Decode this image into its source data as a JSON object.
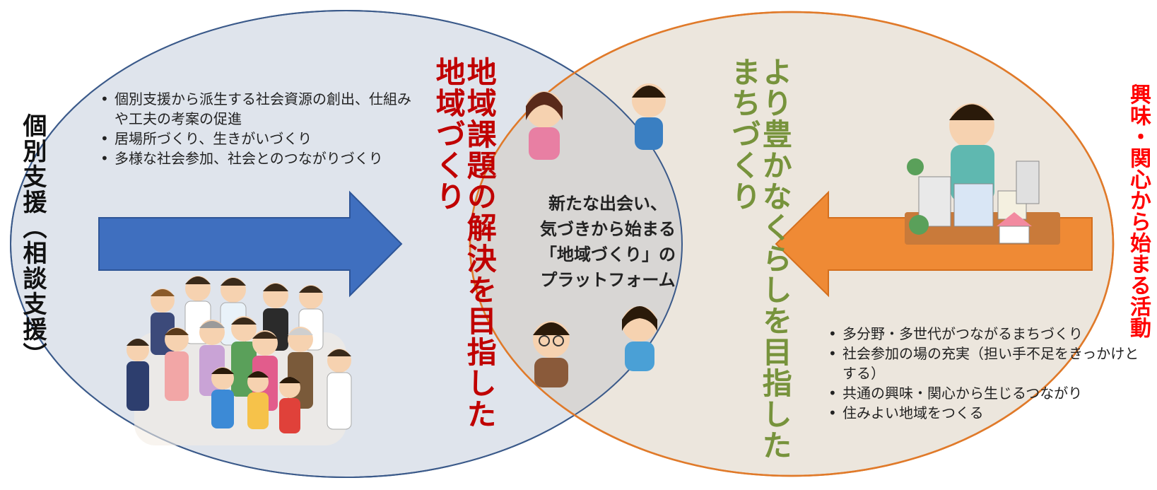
{
  "left_side": {
    "label": "個別支援（相談支援）",
    "title": [
      "地域課題の解決を目指した",
      "地域づくり"
    ],
    "bullets": [
      "個別支援から派生する社会資源の創出、仕組みや工夫の考案の促進",
      "居場所づくり、生きがいづくり",
      "多様な社会参加、社会とのつながりづくり"
    ]
  },
  "center": {
    "lines": [
      "新たな出会い、",
      "気づきから始まる",
      "「地域づくり」の",
      "プラットフォーム"
    ]
  },
  "right_side": {
    "label": "興味・関心から始まる活動",
    "title": [
      "より豊かなくらしを目指した",
      "まちづくり"
    ],
    "bullets": [
      "多分野・多世代がつながるまちづくり",
      "社会参加の場の充実（担い手不足をきっかけとする）",
      "共通の興味・関心から生じるつながり",
      "住みよい地域をつくる"
    ]
  },
  "colors": {
    "left_ellipse_fill": "#dfe4ec",
    "left_ellipse_stroke": "#3b5a8a",
    "right_ellipse_fill": "#ece6dd",
    "right_ellipse_stroke": "#e07a2a",
    "left_arrow": "#3f6fbf",
    "right_arrow": "#ef8a35",
    "red_title": "#c00000",
    "green_title": "#77933c",
    "right_label": "#ff0000"
  },
  "illustrations": {
    "group": "people-group-illustration",
    "town": "town-model-illustration",
    "center_people": [
      "woman-thinking-icon",
      "man-thinking-icon",
      "man-glasses-thinking-icon",
      "woman-thinking-2-icon"
    ]
  }
}
